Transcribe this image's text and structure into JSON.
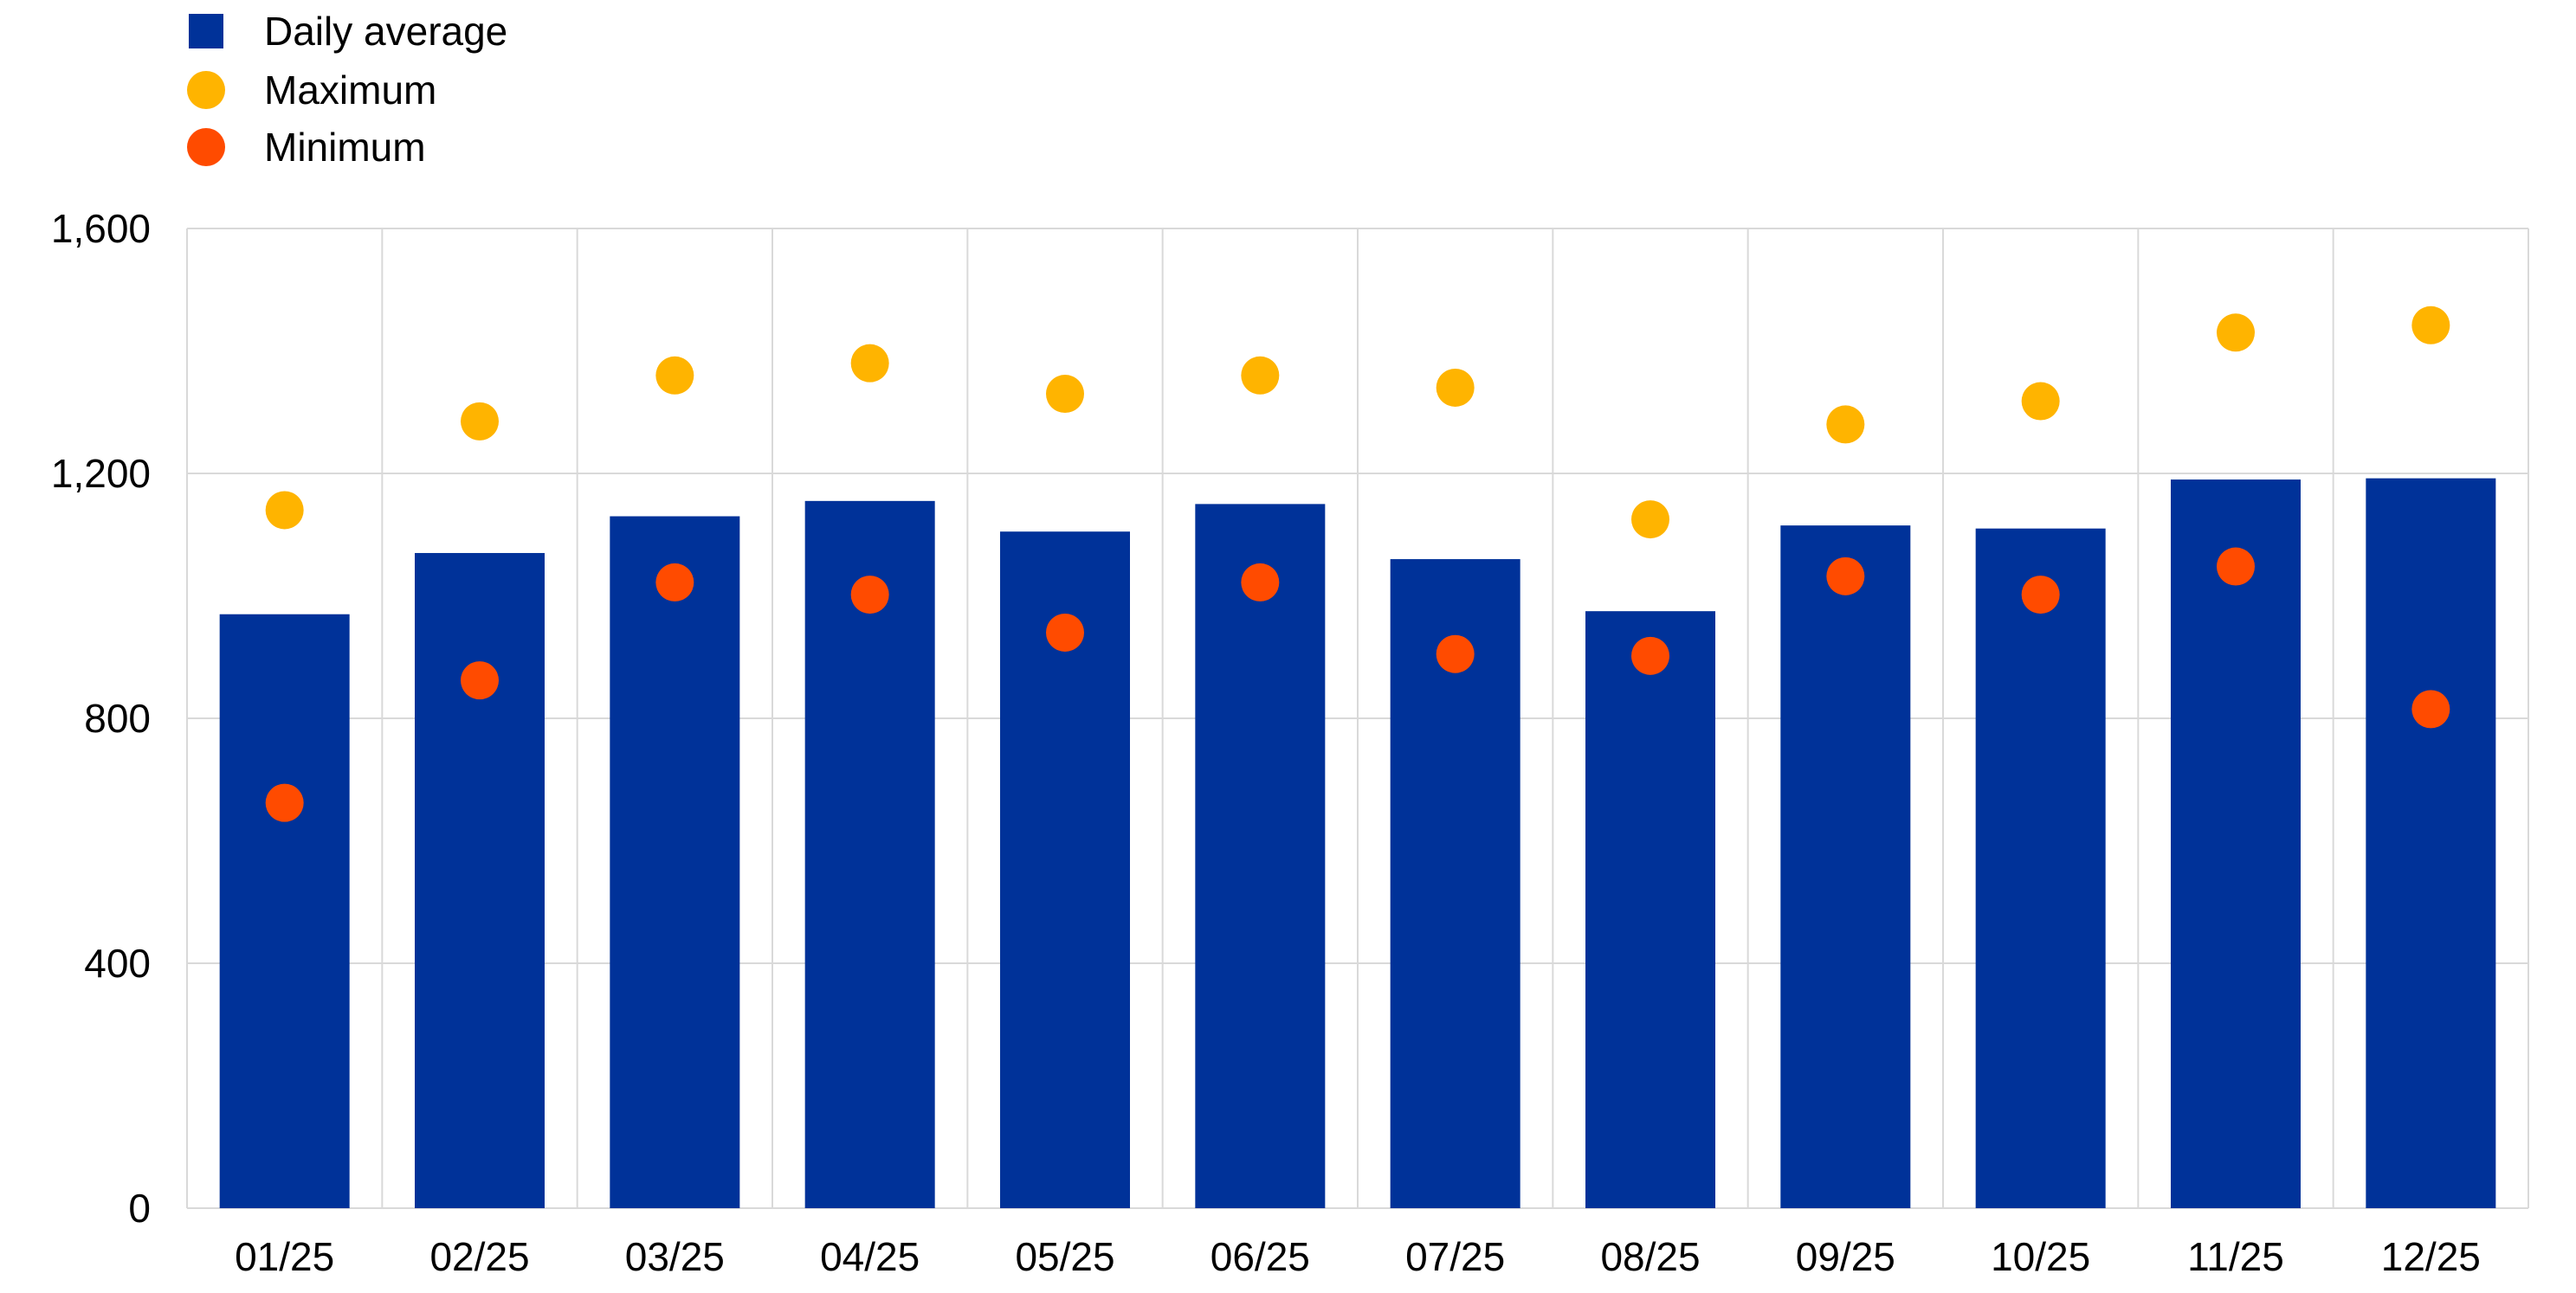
{
  "chart_data": {
    "type": "bar",
    "title": "",
    "xlabel": "",
    "ylabel": "",
    "categories": [
      "01/25",
      "02/25",
      "03/25",
      "04/25",
      "05/25",
      "06/25",
      "07/25",
      "08/25",
      "09/25",
      "10/25",
      "11/25",
      "12/25"
    ],
    "ylim": [
      0,
      1600
    ],
    "yticks": [
      0,
      400,
      800,
      1200,
      1600
    ],
    "ytick_labels": [
      "0",
      "400",
      "800",
      "1,200",
      "1,600"
    ],
    "grid": true,
    "legend_position": "top-left",
    "series": [
      {
        "name": "Daily average",
        "kind": "bar",
        "color": "#003299",
        "values": [
          970,
          1070,
          1130,
          1155,
          1105,
          1150,
          1060,
          975,
          1115,
          1110,
          1190,
          1192
        ]
      },
      {
        "name": "Maximum",
        "kind": "marker",
        "color": "#FFB400",
        "values": [
          1140,
          1285,
          1360,
          1380,
          1330,
          1360,
          1340,
          1125,
          1280,
          1318,
          1430,
          1442
        ]
      },
      {
        "name": "Minimum",
        "kind": "marker",
        "color": "#FF4B00",
        "values": [
          662,
          862,
          1022,
          1002,
          940,
          1022,
          905,
          902,
          1032,
          1002,
          1048,
          815
        ]
      }
    ]
  }
}
